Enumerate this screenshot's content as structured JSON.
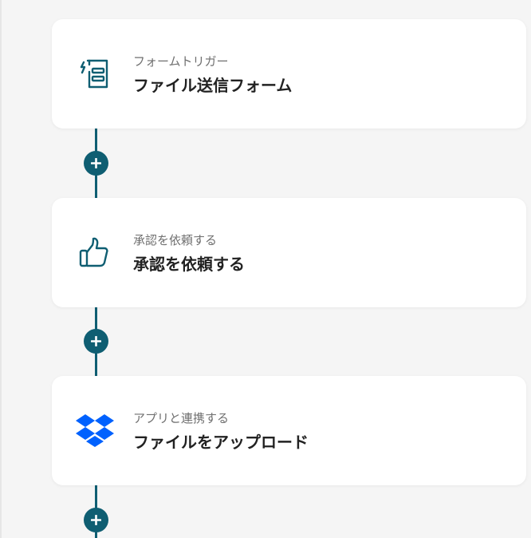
{
  "flow": {
    "steps": [
      {
        "subtitle": "フォームトリガー",
        "title": "ファイル送信フォーム",
        "icon": "form-trigger-icon"
      },
      {
        "subtitle": "承認を依頼する",
        "title": "承認を依頼する",
        "icon": "thumbs-up-icon"
      },
      {
        "subtitle": "アプリと連携する",
        "title": "ファイルをアップロード",
        "icon": "dropbox-icon"
      }
    ],
    "add_button": {
      "icon": "plus-icon"
    }
  },
  "colors": {
    "background": "#f5f5f5",
    "connector": "#0f5e72",
    "card": "#ffffff",
    "dropbox": "#0061fe"
  }
}
